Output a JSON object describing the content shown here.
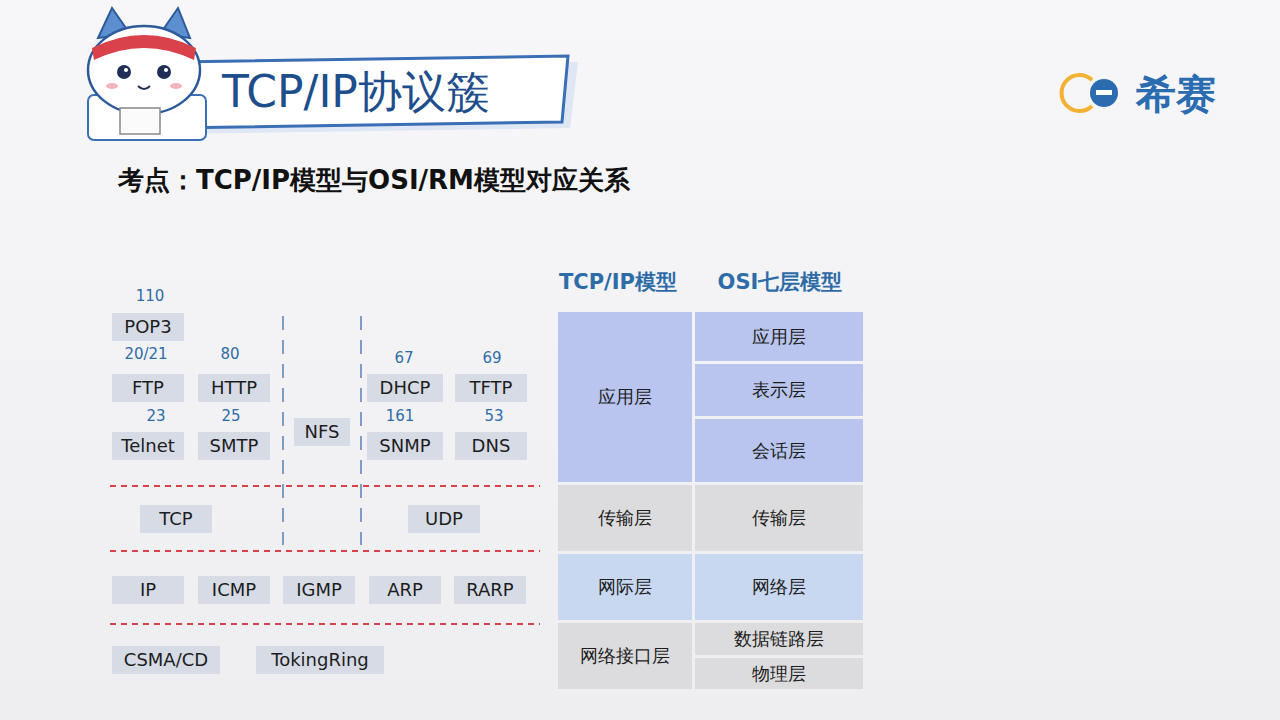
{
  "diagram": {
    "title": "TCP/IP协议簇",
    "nodes": [
      {
        "text": [
          "POP3"
        ]
      },
      {
        "text": [
          "FTP"
        ]
      },
      {
        "text": [
          "HTTP"
        ]
      },
      {
        "text": [
          "DHCP"
        ]
      },
      {
        "text": [
          "TFTP"
        ]
      },
      {
        "text": [
          "Telnet"
        ]
      },
      {
        "text": [
          "SMTP"
        ]
      },
      {
        "text": [
          "NFS"
        ]
      },
      {
        "text": [
          "SNMP"
        ]
      },
      {
        "text": [
          "DNS"
        ]
      },
      {
        "text": [
          "TCP"
        ]
      },
      {
        "text": [
          "UDP"
        ]
      },
      {
        "text": [
          "IP"
        ]
      },
      {
        "text": [
          "ICMP"
        ]
      },
      {
        "text": [
          "IGMP"
        ]
      },
      {
        "text": [
          "ARP"
        ]
      },
      {
        "text": [
          "RARP"
        ]
      },
      {
        "text": [
          "CSMA/CD"
        ]
      },
      {
        "text": [
          "TokingRing"
        ]
      },
      {
        "text": [
          "应用层"
        ]
      },
      {
        "text": [
          "应用层"
        ]
      },
      {
        "text": [
          "表示层"
        ]
      },
      {
        "text": [
          "会话层"
        ]
      },
      {
        "text": [
          "传输层"
        ]
      },
      {
        "text": [
          "传输层"
        ]
      },
      {
        "text": [
          "网际层"
        ]
      },
      {
        "text": [
          "网络层"
        ]
      },
      {
        "text": [
          "网络接口层"
        ]
      },
      {
        "text": [
          "数据链路层"
        ]
      },
      {
        "text": [
          "物理层"
        ]
      }
    ],
    "labels": [
      "希赛",
      "考点：TCP/IP模型与OSI/RM模型对应关系",
      "110",
      "20/21",
      "80",
      "67",
      "69",
      "23",
      "25",
      "161",
      "53",
      "TCP/IP模型",
      "OSI七层模型"
    ]
  }
}
